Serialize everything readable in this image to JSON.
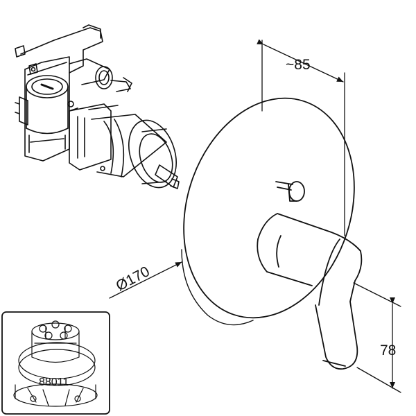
{
  "dimensions": {
    "depth_label": "~85",
    "diameter_label": "Ø170",
    "lever_height_label": "78"
  },
  "inset": {
    "part_number": "88011"
  },
  "colors": {
    "line": "#111111",
    "background": "#ffffff"
  }
}
